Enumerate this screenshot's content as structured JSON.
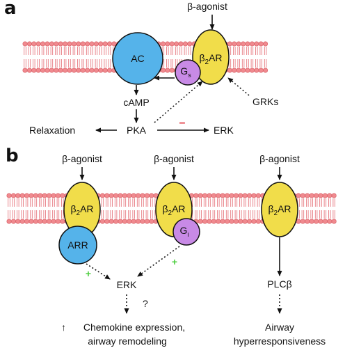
{
  "colors": {
    "membrane_head": "#f08a8f",
    "membrane_head_stroke": "#d65a61",
    "tail": "#e46a72",
    "receptor": "#f1dd4a",
    "ac": "#55b3ea",
    "g_protein": "#c88ae6",
    "minus": "#e0343d",
    "plus": "#4ccd3e"
  },
  "panel_a": {
    "letter": "a",
    "agonist": "β-agonist",
    "receptor": {
      "main": "β",
      "sub": "2",
      "rest": "AR"
    },
    "ac": "AC",
    "gs": {
      "main": "G",
      "sub": "s"
    },
    "camp": "cAMP",
    "pka": "PKA",
    "relaxation": "Relaxation",
    "erk": "ERK",
    "grks": "GRKs",
    "minus": "–"
  },
  "panel_b": {
    "letter": "b",
    "agonist_1": "β-agonist",
    "agonist_2": "β-agonist",
    "agonist_3": "β-agonist",
    "receptor": {
      "main": "β",
      "sub": "2",
      "rest": "AR"
    },
    "arr": "ARR",
    "gi": {
      "main": "G",
      "sub": "i"
    },
    "erk": "ERK",
    "plc": "PLCβ",
    "question": "?",
    "plus": "+",
    "chemokine_arrow": "↑",
    "chemokine_line1": "Chemokine expression,",
    "chemokine_line2": "airway remodeling",
    "airway_line1": "Airway",
    "airway_line2": "hyperresponsiveness"
  }
}
